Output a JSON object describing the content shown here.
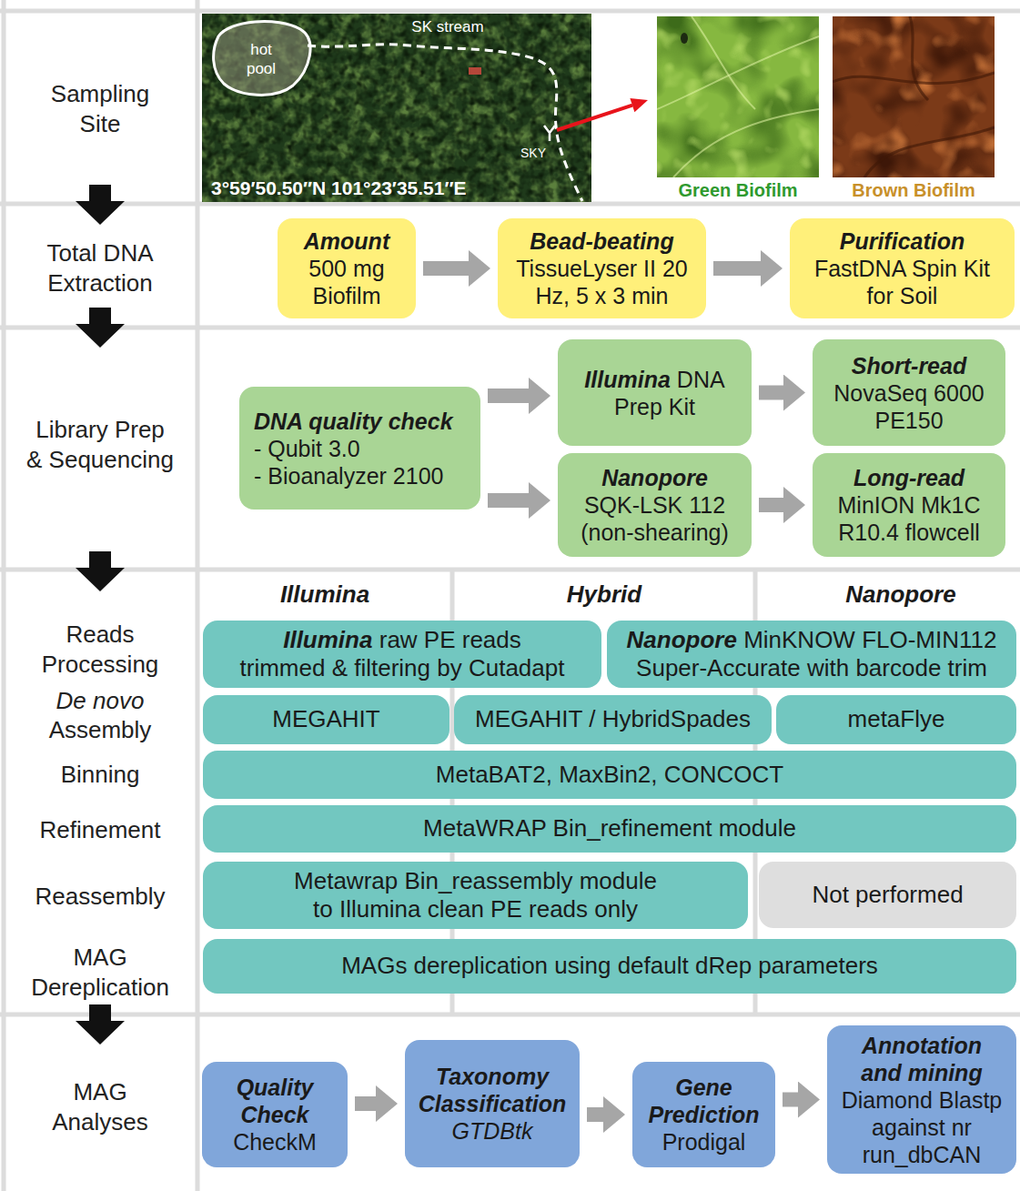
{
  "diagram": {
    "nodes": [
      {
        "text": [
          "Amount",
          "500 mg Biofilm"
        ]
      },
      {
        "text": [
          "Bead-beating",
          "TissueLyser II 20 Hz, 5 x 3 min"
        ]
      },
      {
        "text": [
          "Purification",
          "FastDNA Spin Kit for Soil"
        ]
      },
      {
        "text": [
          "DNA quality check",
          "- Qubit 3.0",
          "- Bioanalyzer 2100"
        ]
      },
      {
        "text": [
          "Illumina",
          "DNA Prep Kit"
        ]
      },
      {
        "text": [
          "Nanopore",
          "SQK-LSK 112 (non-shearing)"
        ]
      },
      {
        "text": [
          "Short-read",
          "NovaSeq 6000 PE150"
        ]
      },
      {
        "text": [
          "Long-read",
          "MinION Mk1C R10.4 flowcell"
        ]
      },
      {
        "text": [
          "Illumina",
          "raw PE reads",
          "trimmed & filtering by Cutadapt"
        ]
      },
      {
        "text": [
          "Nanopore",
          "MinKNOW FLO-MIN112",
          "Super-Accurate with barcode trim"
        ]
      },
      {
        "text": [
          "MEGAHIT"
        ]
      },
      {
        "text": [
          "MEGAHIT / HybridSpades"
        ]
      },
      {
        "text": [
          "metaFlye"
        ]
      },
      {
        "text": [
          "MetaBAT2, MaxBin2, CONCOCT"
        ]
      },
      {
        "text": [
          "MetaWRAP Bin_refinement module"
        ]
      },
      {
        "text": [
          "Metawrap Bin_reassembly module to Illumina clean PE reads only"
        ]
      },
      {
        "text": [
          "Not performed"
        ]
      },
      {
        "text": [
          "MAGs dereplication using default dRep parameters"
        ]
      },
      {
        "text": [
          "Quality Check",
          "CheckM"
        ]
      },
      {
        "text": [
          "Taxonomy Classification",
          "GTDBtk"
        ]
      },
      {
        "text": [
          "Gene Prediction",
          "Prodigal"
        ]
      },
      {
        "text": [
          "Annotation and mining",
          "Diamond Blastp against nr run_dbCAN"
        ]
      }
    ],
    "edges": [
      {
        "from": 0,
        "to": 1,
        "arrow": "to"
      },
      {
        "from": 1,
        "to": 2,
        "arrow": "to"
      },
      {
        "from": 3,
        "to": 4,
        "arrow": "to"
      },
      {
        "from": 3,
        "to": 5,
        "arrow": "to"
      },
      {
        "from": 4,
        "to": 6,
        "arrow": "to"
      },
      {
        "from": 5,
        "to": 7,
        "arrow": "to"
      },
      {
        "from": 18,
        "to": 19,
        "arrow": "to"
      },
      {
        "from": 19,
        "to": 20,
        "arrow": "to"
      },
      {
        "from": 20,
        "to": 21,
        "arrow": "to"
      }
    ],
    "labels": [
      "Sampling Site",
      "hot pool",
      "SK stream",
      "SKY",
      "3°59′50.50″N 101°23′35.51″E",
      "Green Biofilm",
      "Brown Biofilm",
      "Total DNA Extraction",
      "Library Prep",
      "& Sequencing",
      "Illumina",
      "Hybrid",
      "Nanopore",
      "Reads Processing",
      "De novo",
      "Assembly",
      "Binning",
      "Refinement",
      "Reassembly",
      "MAG Dereplication",
      "MAG Analyses"
    ]
  }
}
